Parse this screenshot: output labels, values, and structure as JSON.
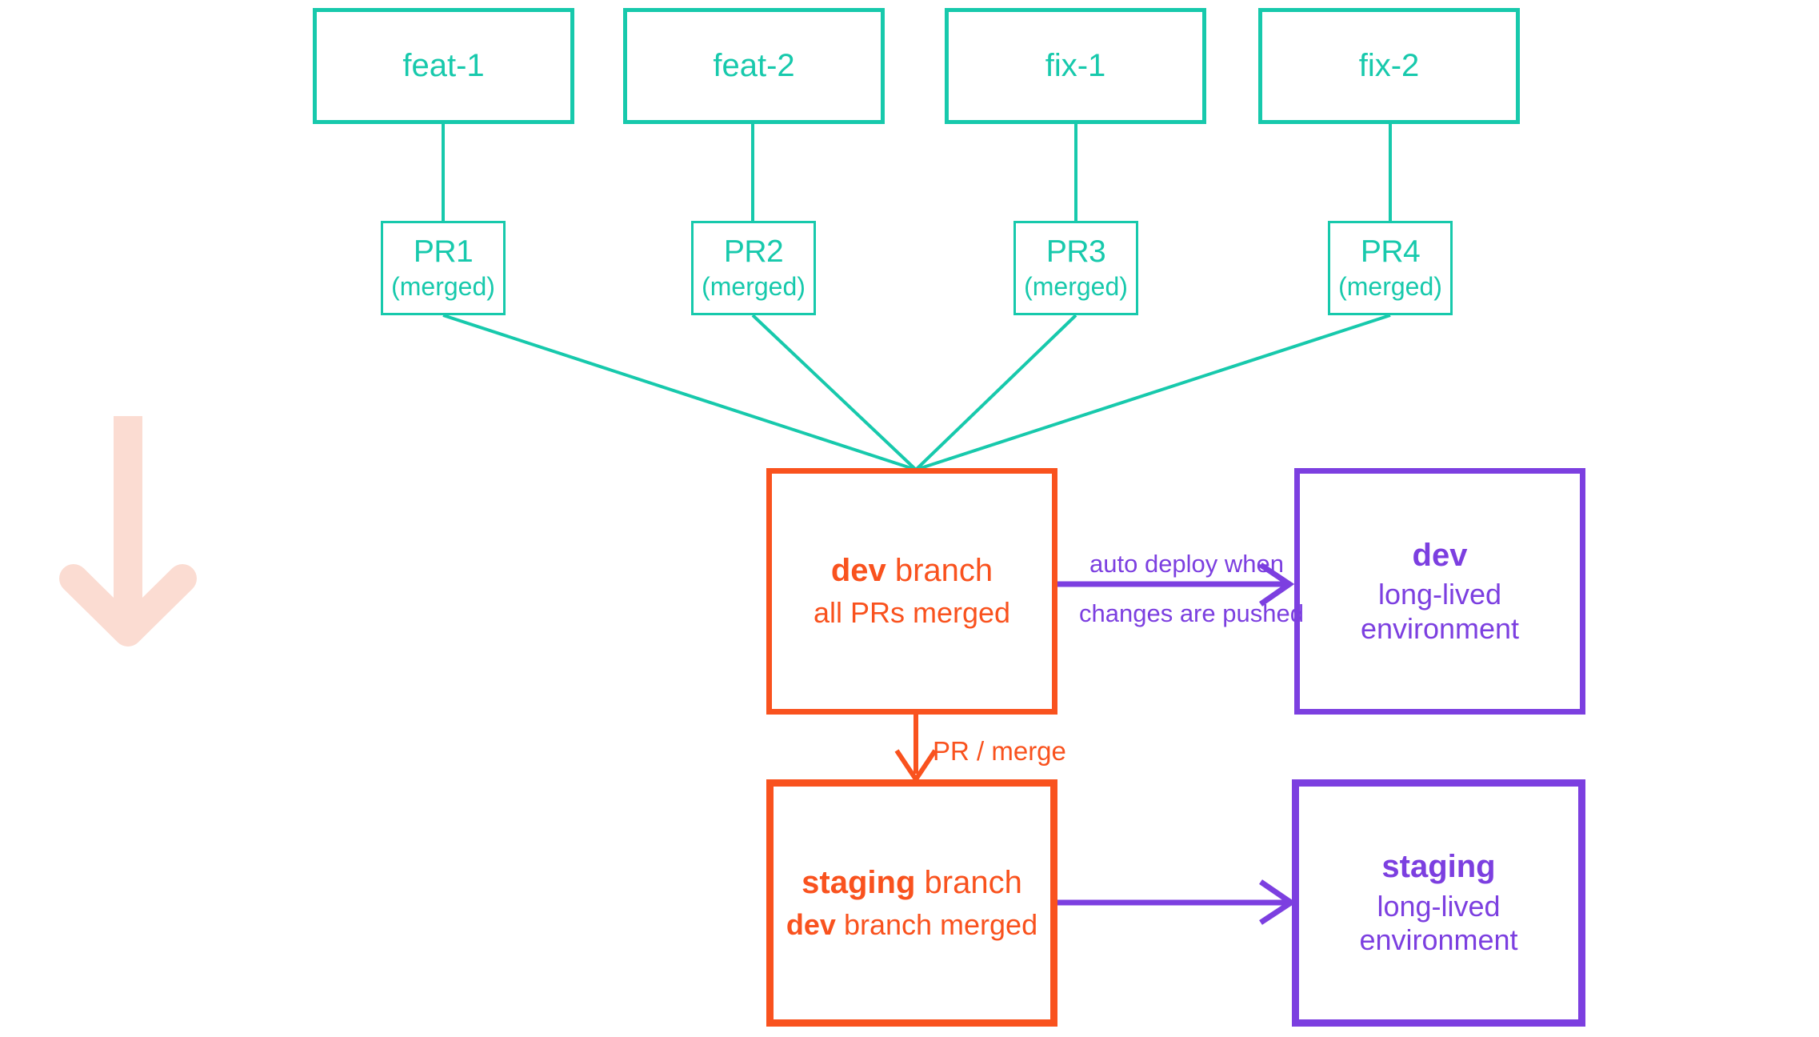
{
  "diagram": {
    "title": "git branching and environment deployment flow",
    "colors": {
      "teal": "#17c9ac",
      "orange": "#f9521e",
      "purple": "#7c3fe0",
      "pale_pink": "#fbdcd2",
      "background": "#ffffff"
    }
  },
  "source_branches": [
    {
      "label": "feat-1"
    },
    {
      "label": "feat-2"
    },
    {
      "label": "fix-1"
    },
    {
      "label": "fix-2"
    }
  ],
  "pull_requests": [
    {
      "title": "PR1",
      "status": "(merged)"
    },
    {
      "title": "PR2",
      "status": "(merged)"
    },
    {
      "title": "PR3",
      "status": "(merged)"
    },
    {
      "title": "PR4",
      "status": "(merged)"
    }
  ],
  "branches": {
    "dev": {
      "name": "dev",
      "name_suffix": " branch",
      "subtitle": "all PRs merged"
    },
    "staging": {
      "name": "staging",
      "name_suffix": " branch",
      "subtitle_bold": "dev",
      "subtitle_rest": " branch merged"
    }
  },
  "environments": {
    "dev": {
      "name": "dev",
      "line2": "long-lived",
      "line3": "environment"
    },
    "staging": {
      "name": "staging",
      "line2": "long-lived",
      "line3": "environment"
    }
  },
  "edge_labels": {
    "auto_deploy_top": "auto deploy when",
    "auto_deploy_bottom": "changes are pushed",
    "pr_merge": "PR / merge"
  },
  "decoration": {
    "flow_arrow": "down-arrow"
  }
}
